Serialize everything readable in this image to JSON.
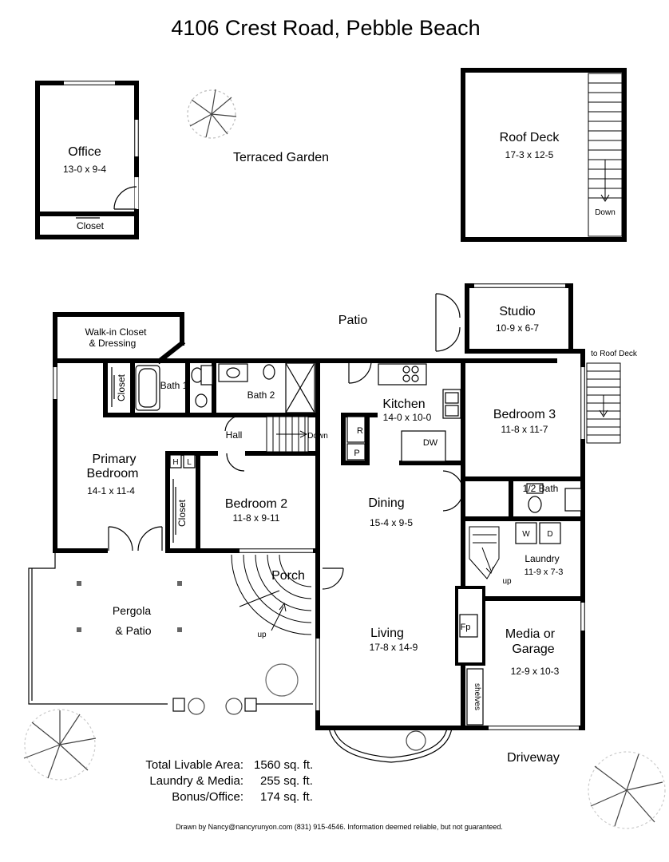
{
  "title": "4106 Crest Road, Pebble Beach",
  "rooms": {
    "office": {
      "name": "Office",
      "dim": "13-0 x 9-4"
    },
    "office_closet": {
      "name": "Closet"
    },
    "terraced_garden": {
      "name": "Terraced Garden"
    },
    "roof_deck": {
      "name": "Roof Deck",
      "dim": "17-3 x 12-5"
    },
    "roof_down": {
      "name": "Down"
    },
    "patio": {
      "name": "Patio"
    },
    "studio": {
      "name": "Studio",
      "dim": "10-9 x 6-7"
    },
    "to_roof_deck": {
      "name": "to Roof Deck"
    },
    "walk_in_closet": {
      "name": "Walk-in Closet",
      "name2": "& Dressing"
    },
    "primary_closet": {
      "name": "Closet"
    },
    "bath1": {
      "name": "Bath 1"
    },
    "bath2": {
      "name": "Bath 2"
    },
    "kitchen": {
      "name": "Kitchen",
      "dim": "14-0 x 10-0"
    },
    "refrigerator": {
      "name": "R"
    },
    "pantry": {
      "name": "P"
    },
    "dishwasher": {
      "name": "DW"
    },
    "bedroom3": {
      "name": "Bedroom 3",
      "dim": "11-8 x 11-7"
    },
    "hall": {
      "name": "Hall"
    },
    "hall_down": {
      "name": "Down"
    },
    "primary_bedroom": {
      "name": "Primary",
      "name2": "Bedroom",
      "dim": "14-1 x 11-4"
    },
    "linen_h": {
      "name": "H"
    },
    "linen_l": {
      "name": "L"
    },
    "bedroom2_closet": {
      "name": "Closet"
    },
    "bedroom2": {
      "name": "Bedroom 2",
      "dim": "11-8 x 9-11"
    },
    "dining": {
      "name": "Dining",
      "dim": "15-4 x 9-5"
    },
    "half_bath": {
      "name": "1/2 Bath"
    },
    "washer": {
      "name": "W"
    },
    "dryer": {
      "name": "D"
    },
    "laundry": {
      "name": "Laundry",
      "dim": "11-9 x 7-3"
    },
    "laundry_up": {
      "name": "up"
    },
    "porch": {
      "name": "Porch"
    },
    "porch_up": {
      "name": "up"
    },
    "pergola": {
      "name": "Pergola",
      "name2": "& Patio"
    },
    "living": {
      "name": "Living",
      "dim": "17-8 x 14-9"
    },
    "fireplace": {
      "name": "Fp"
    },
    "media": {
      "name": "Media or",
      "name2": "Garage",
      "dim": "12-9 x 10-3"
    },
    "shelves": {
      "name": "shelves"
    },
    "driveway": {
      "name": "Driveway"
    }
  },
  "areas": [
    {
      "label": "Total Livable Area:",
      "value": "1560 sq. ft."
    },
    {
      "label": "Laundry & Media:",
      "value": "255 sq. ft."
    },
    {
      "label": "Bonus/Office:",
      "value": "174 sq. ft."
    }
  ],
  "credit": "Drawn by Nancy@nancyrunyon.com (831) 915-4546.  Information deemed reliable, but not guaranteed."
}
